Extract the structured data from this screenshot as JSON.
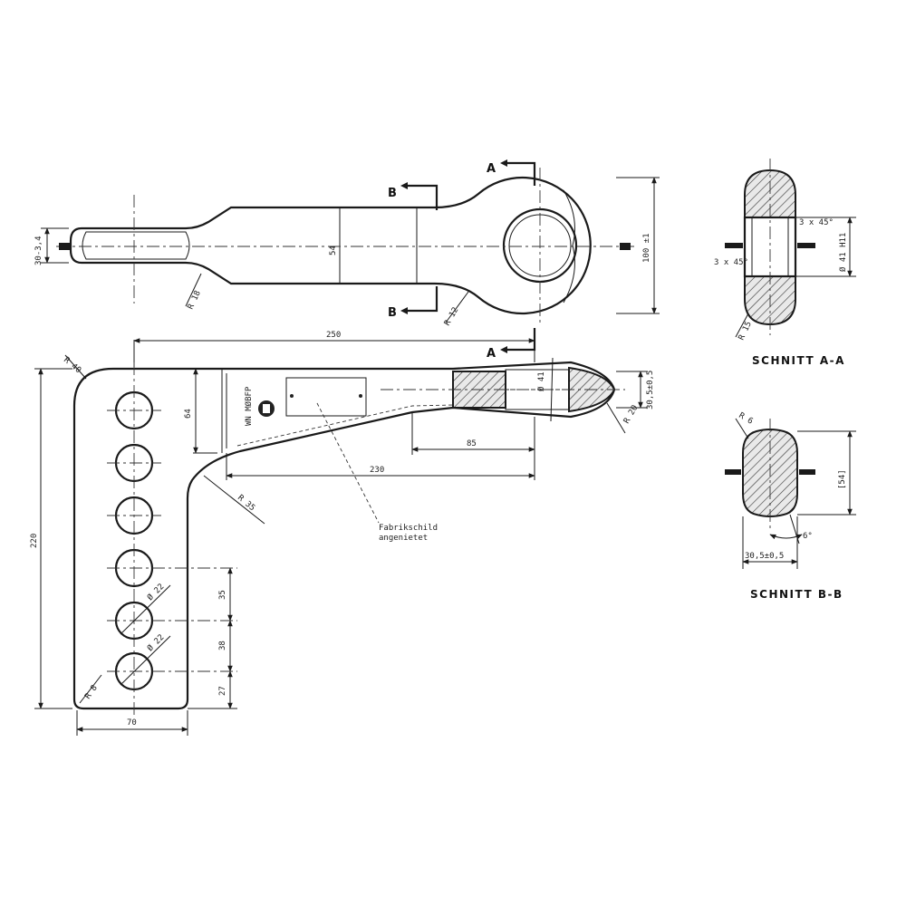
{
  "section_labels": {
    "a": "A",
    "b": "B",
    "schnitt_aa": "SCHNITT A-A",
    "schnitt_bb": "SCHNITT B-B"
  },
  "nameplate_note": {
    "line1": "Fabrikschild",
    "line2": "angenietet"
  },
  "stamp_text": "WN MØBFP",
  "dimensions": {
    "shank_thickness": "30-3,4",
    "eye_outer": "100 ±1",
    "width_54": "54",
    "radius_r18": "R 18",
    "radius_r12": "R 12",
    "length_250": "250",
    "radius_r40": "R 40",
    "height_64": "64",
    "tip_thickness": "30,5±0,5",
    "eye_bore": "Ø 41",
    "radius_r20": "R 20",
    "length_85": "85",
    "length_230": "230",
    "radius_r35": "R 35",
    "height_220": "220",
    "hole_dia_1": "Ø 22",
    "hole_dia_2": "Ø 22",
    "pitch_35": "35",
    "pitch_38": "38",
    "bottom_27": "27",
    "corner_r8": "R 8",
    "width_70": "70",
    "aa_chamfer_top": "3 x 45°",
    "aa_bore": "Ø 41 H11",
    "aa_chamfer_bottom": "3 x 45°",
    "aa_radius": "R 15",
    "bb_radius": "R 6",
    "bb_height": "[54]",
    "bb_angle": "6°",
    "bb_width": "30,5±0,5"
  },
  "colors": {
    "line": "#1a1a1a",
    "background": "#ffffff"
  }
}
